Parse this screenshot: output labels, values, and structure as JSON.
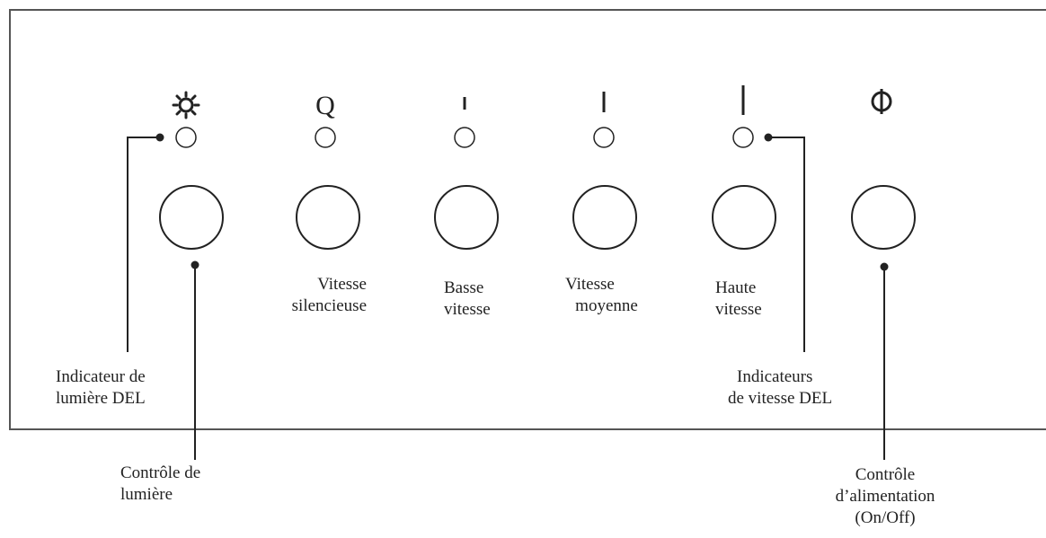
{
  "panel": {
    "buttons": [
      {
        "id": "light",
        "icon": "sun-icon"
      },
      {
        "id": "quiet",
        "icon": "q-letter-icon",
        "glyph": "Q"
      },
      {
        "id": "low",
        "icon": "speed-bar-short-icon"
      },
      {
        "id": "medium",
        "icon": "speed-bar-medium-icon"
      },
      {
        "id": "high",
        "icon": "speed-bar-tall-icon"
      },
      {
        "id": "power",
        "icon": "power-icon"
      }
    ],
    "speed_labels": {
      "quiet": [
        "Vitesse",
        "silencieuse"
      ],
      "low": [
        "Basse",
        "vitesse"
      ],
      "medium": [
        "Vitesse",
        "moyenne"
      ],
      "high": [
        "Haute",
        "vitesse"
      ]
    }
  },
  "callouts": {
    "light_led": [
      "Indicateur de",
      "lumière DEL"
    ],
    "speed_leds": [
      "Indicateurs",
      "de vitesse DEL"
    ],
    "light_control": [
      "Contrôle de",
      "lumière"
    ],
    "power_control": [
      "Contrôle",
      "d’alimentation",
      "(On/Off)"
    ]
  },
  "colors": {
    "line": "#222222",
    "panel_border": "#555555"
  }
}
